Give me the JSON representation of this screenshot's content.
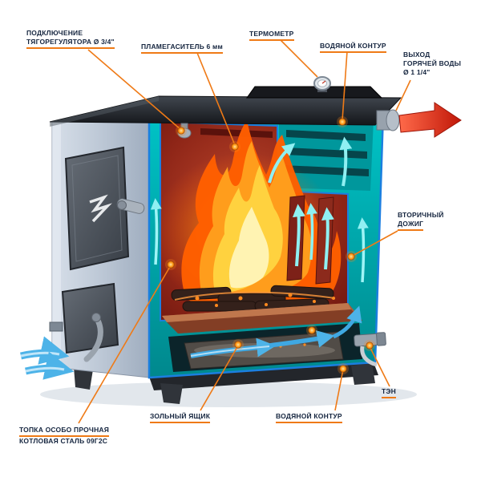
{
  "labels": {
    "regulator_line1": "ПОДКЛЮЧЕНИЕ",
    "regulator_line2": "ТЯГОРЕГУЛЯТОРА Ø 3/4\"",
    "flame_arrester": "ПЛАМЕГАСИТЕЛЬ 6 мм",
    "thermometer": "ТЕРМОМЕТР",
    "water_circuit_top": "ВОДЯНОЙ КОНТУР",
    "hot_out_line1": "ВЫХОД",
    "hot_out_line2": "ГОРЯЧЕЙ ВОДЫ",
    "hot_out_line3": "Ø 1 1/4\"",
    "secondary_line1": "ВТОРИЧНЫЙ",
    "secondary_line2": "ДОЖИГ",
    "ten": "ТЭН",
    "water_circuit_bottom": "ВОДЯНОЙ КОНТУР",
    "ash_box": "ЗОЛЬНЫЙ ЯЩИК",
    "firebox_line1": "ТОПКА  ОСОБО ПРОЧНАЯ",
    "firebox_line2": "КОТЛОВАЯ СТАЛЬ 09Г2С"
  },
  "colors": {
    "leader_line": "#ef7a16",
    "marker_dot": "#ff8c1a",
    "water_jacket": "#00b5b9",
    "section_outline": "#1b7fe0",
    "fire": "#ff8a00",
    "hot_water_arrow": "#e62e1b",
    "air_arrow": "#3fa8e2",
    "boiler_body": "#bfc9d6",
    "label_text": "#15253f"
  }
}
